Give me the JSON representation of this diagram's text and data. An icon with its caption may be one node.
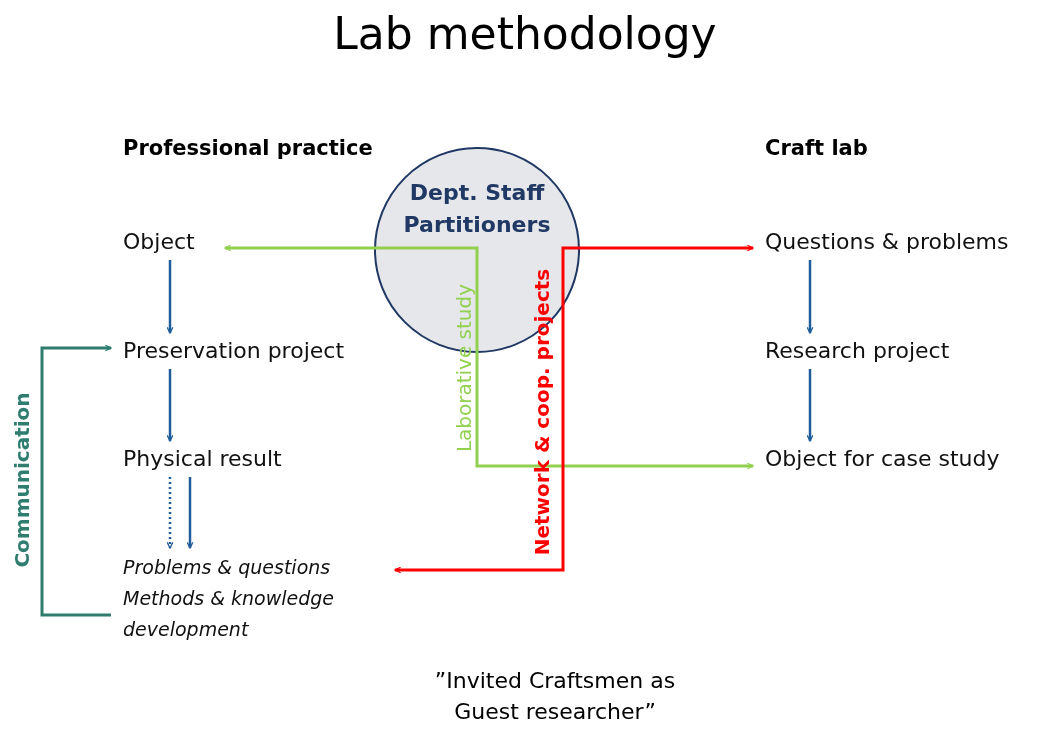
{
  "diagram": {
    "title": "Lab methodology",
    "nodes": [
      {
        "text": [
          "Dept. Staff Partitioners"
        ]
      },
      {
        "text": [
          "Object"
        ]
      },
      {
        "text": [
          "Preservation project"
        ]
      },
      {
        "text": [
          "Physical result"
        ]
      },
      {
        "text": [
          "Problems & questions Methods & knowledge development"
        ]
      },
      {
        "text": [
          "Questions & problems"
        ]
      },
      {
        "text": [
          "Research project"
        ]
      },
      {
        "text": [
          "Object for case study"
        ]
      }
    ],
    "edges": [
      {
        "from": 0,
        "to": 1,
        "arrow": "to",
        "color": "#92d050"
      },
      {
        "from": 0,
        "to": 7,
        "arrow": "to",
        "color": "#92d050",
        "label": "Laborative study"
      },
      {
        "from": 0,
        "to": 5,
        "arrow": "to",
        "color": "#ff0000"
      },
      {
        "from": 0,
        "to": 4,
        "arrow": "to",
        "color": "#ff0000",
        "label": "Network & coop. projects"
      },
      {
        "from": 1,
        "to": 2,
        "arrow": "to"
      },
      {
        "from": 2,
        "to": 3,
        "arrow": "to"
      },
      {
        "from": 3,
        "to": 4,
        "arrow": "to",
        "style": "dashed"
      },
      {
        "from": 3,
        "to": 4,
        "arrow": "to"
      },
      {
        "from": 5,
        "to": 6,
        "arrow": "to"
      },
      {
        "from": 6,
        "to": 7,
        "arrow": "to"
      },
      {
        "from": 4,
        "to": 2,
        "arrow": "to",
        "color": "#2e7d6f",
        "label": "Communication"
      }
    ],
    "labels": [
      "Professional practice",
      "Craft lab",
      "”Invited Craftsmen as Guest researcher”"
    ]
  }
}
